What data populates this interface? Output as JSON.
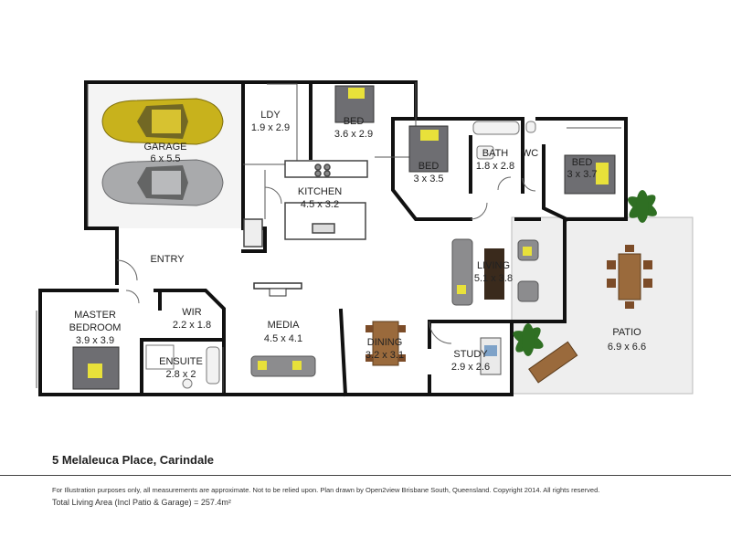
{
  "address": "5 Melaleuca Place, Carindale",
  "disclaimer": "For Illustration purposes only, all measurements are approximate. Not to be relied upon. Plan drawn by Open2view Brisbane South, Queensland. Copyright 2014. All rights reserved.",
  "total_area": "Total Living Area (Incl Patio & Garage) = 257.4m²",
  "rooms": {
    "garage": {
      "name": "GARAGE",
      "size": "6 x 5.5"
    },
    "laundry": {
      "name": "LDY",
      "size": "1.9 x 2.9"
    },
    "bed1": {
      "name": "BED",
      "size": "3.6 x 2.9"
    },
    "bed2": {
      "name": "BED",
      "size": "3 x 3.5"
    },
    "bath": {
      "name": "BATH",
      "size": "1.8 x 2.8"
    },
    "wc": {
      "name": "WC"
    },
    "bed3": {
      "name": "BED",
      "size": "3 x 3.7"
    },
    "kitchen": {
      "name": "KITCHEN",
      "size": "4.5 x 3.2"
    },
    "entry": {
      "name": "ENTRY"
    },
    "living": {
      "name": "LIVING",
      "size": "5.1 x 3.8"
    },
    "patio": {
      "name": "PATIO",
      "size": "6.9 x 6.6"
    },
    "master": {
      "name1": "MASTER",
      "name2": "BEDROOM",
      "size": "3.9 x 3.9"
    },
    "wir": {
      "name": "WIR",
      "size": "2.2 x 1.8"
    },
    "ensuite": {
      "name": "ENSUITE",
      "size": "2.8 x 2"
    },
    "media": {
      "name": "MEDIA",
      "size": "4.5 x 4.1"
    },
    "dining": {
      "name": "DINING",
      "size": "3.2 x 3.1"
    },
    "study": {
      "name": "STUDY",
      "size": "2.9 x 2.6"
    }
  },
  "colors": {
    "wall": "#111111",
    "car_gold": "#c8b21c",
    "car_silver": "#a9aaac",
    "bedding": "#6e6e72",
    "pillow": "#e8e13a",
    "sofa": "#8c8c8e",
    "wood": "#9a6a3c",
    "plant": "#2f6f23",
    "patio_floor": "#eeeeee"
  }
}
